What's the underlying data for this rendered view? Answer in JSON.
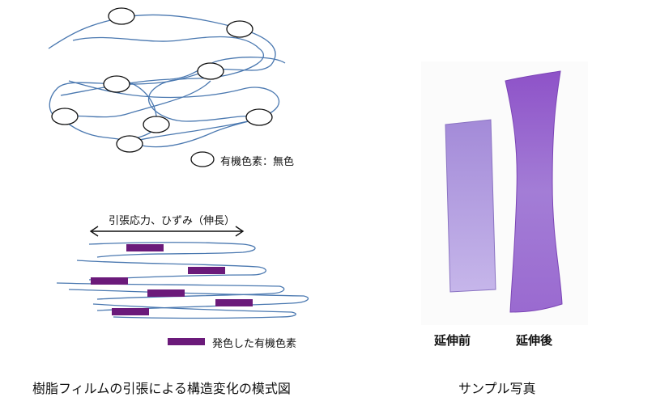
{
  "diagram": {
    "legend_top": "有機色素：無色",
    "tension_label": "引張応力、ひずみ（伸長）",
    "legend_bottom": "発色した有機色素",
    "caption_left": "樹脂フィルムの引張による構造変化の模式図"
  },
  "photo": {
    "label_before": "延伸前",
    "label_after": "延伸後",
    "caption": "サンプル写真"
  },
  "colors": {
    "chain": "#4a78b0",
    "dye": "#6b1a7a",
    "film": "#a98bd6",
    "film_dark": "#8a4fc2"
  }
}
